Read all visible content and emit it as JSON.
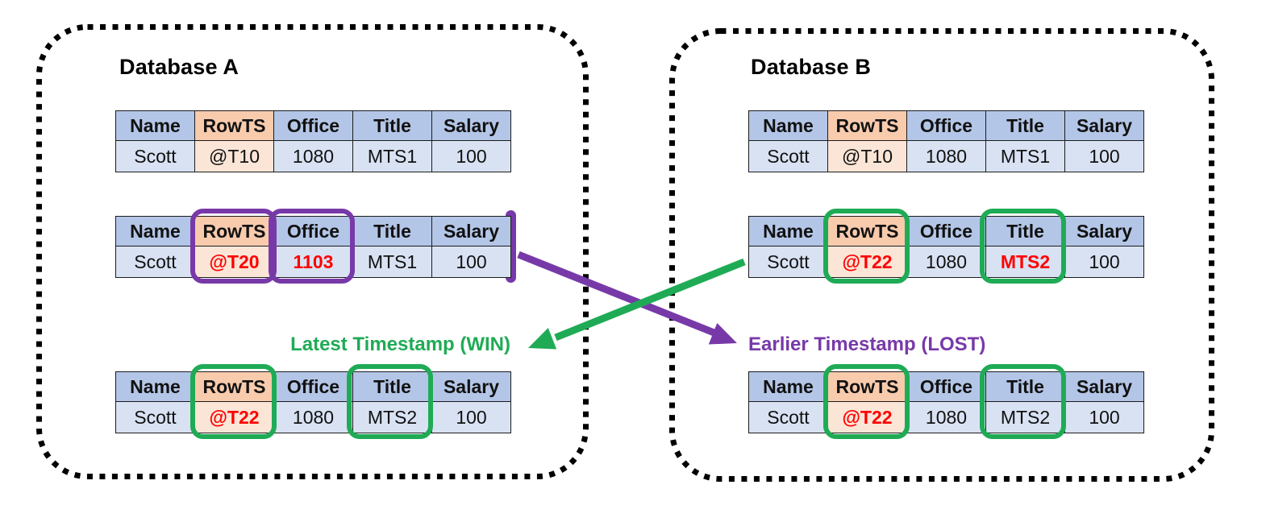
{
  "colors": {
    "header_blue": "#B4C6E7",
    "row_blue": "#D9E2F3",
    "header_orange": "#F8CBAD",
    "row_orange": "#FBE5D6",
    "red_value": "#FF0000",
    "green_accent": "#1FAB55",
    "purple_accent": "#7839A8",
    "border_black": "#000000"
  },
  "columns": [
    "Name",
    "RowTS",
    "Office",
    "Title",
    "Salary"
  ],
  "panels": [
    {
      "id": "A",
      "title": "Database A",
      "annotation": {
        "text": "Latest Timestamp (WIN)",
        "color": "#1FAB55"
      },
      "tables": [
        {
          "name": "table-a-original",
          "row": [
            "Scott",
            "@T10",
            "1080",
            "MTS1",
            "100"
          ],
          "red": [],
          "boxes": []
        },
        {
          "name": "table-a-update",
          "row": [
            "Scott",
            "@T20",
            "1103",
            "MTS1",
            "100"
          ],
          "red": [
            1,
            2
          ],
          "boxes": [
            {
              "col": 1,
              "color": "#7839A8"
            },
            {
              "col": 2,
              "color": "#7839A8"
            }
          ]
        },
        {
          "name": "table-a-result",
          "row": [
            "Scott",
            "@T22",
            "1080",
            "MTS2",
            "100"
          ],
          "red": [
            1
          ],
          "boxes": [
            {
              "col": 1,
              "color": "#1FAB55"
            },
            {
              "col": 3,
              "color": "#1FAB55"
            }
          ]
        }
      ]
    },
    {
      "id": "B",
      "title": "Database B",
      "annotation": {
        "text": "Earlier Timestamp (LOST)",
        "color": "#7839A8"
      },
      "tables": [
        {
          "name": "table-b-original",
          "row": [
            "Scott",
            "@T10",
            "1080",
            "MTS1",
            "100"
          ],
          "red": [],
          "boxes": []
        },
        {
          "name": "table-b-update",
          "row": [
            "Scott",
            "@T22",
            "1080",
            "MTS2",
            "100"
          ],
          "red": [
            1,
            3
          ],
          "boxes": [
            {
              "col": 1,
              "color": "#1FAB55"
            },
            {
              "col": 3,
              "color": "#1FAB55"
            }
          ]
        },
        {
          "name": "table-b-result",
          "row": [
            "Scott",
            "@T22",
            "1080",
            "MTS2",
            "100"
          ],
          "red": [
            1
          ],
          "boxes": [
            {
              "col": 1,
              "color": "#1FAB55"
            },
            {
              "col": 3,
              "color": "#1FAB55"
            }
          ]
        }
      ]
    }
  ]
}
